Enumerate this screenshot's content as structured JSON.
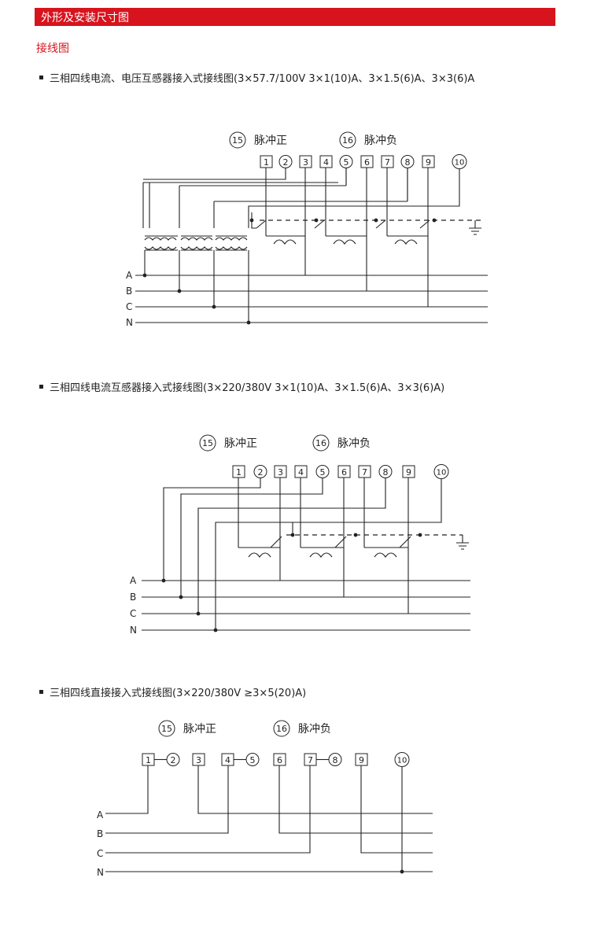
{
  "header": {
    "title": "外形及安装尺寸图",
    "accent_color": "#d7141e"
  },
  "section": {
    "subtitle": "接线图"
  },
  "diagrams": [
    {
      "caption": "三相四线电流、电压互感器接入式接线图(3×57.7/100V 3×1(10)A、3×1.5(6)A、3×3(6)A",
      "pulse_pos_num": "15",
      "pulse_pos_label": "脉冲正",
      "pulse_neg_num": "16",
      "pulse_neg_label": "脉冲负",
      "terminals": [
        "1",
        "2",
        "3",
        "4",
        "5",
        "6",
        "7",
        "8",
        "9",
        "10"
      ],
      "lines": [
        "A",
        "B",
        "C",
        "N"
      ]
    },
    {
      "caption": "三相四线电流互感器接入式接线图(3×220/380V 3×1(10)A、3×1.5(6)A、3×3(6)A)",
      "pulse_pos_num": "15",
      "pulse_pos_label": "脉冲正",
      "pulse_neg_num": "16",
      "pulse_neg_label": "脉冲负",
      "terminals": [
        "1",
        "2",
        "3",
        "4",
        "5",
        "6",
        "7",
        "8",
        "9",
        "10"
      ],
      "lines": [
        "A",
        "B",
        "C",
        "N"
      ]
    },
    {
      "caption": "三相四线直接接入式接线图(3×220/380V ≥3×5(20)A)",
      "pulse_pos_num": "15",
      "pulse_pos_label": "脉冲正",
      "pulse_neg_num": "16",
      "pulse_neg_label": "脉冲负",
      "terminals": [
        "1",
        "2",
        "3",
        "4",
        "5",
        "6",
        "7",
        "8",
        "9",
        "10"
      ],
      "lines": [
        "A",
        "B",
        "C",
        "N"
      ]
    }
  ]
}
